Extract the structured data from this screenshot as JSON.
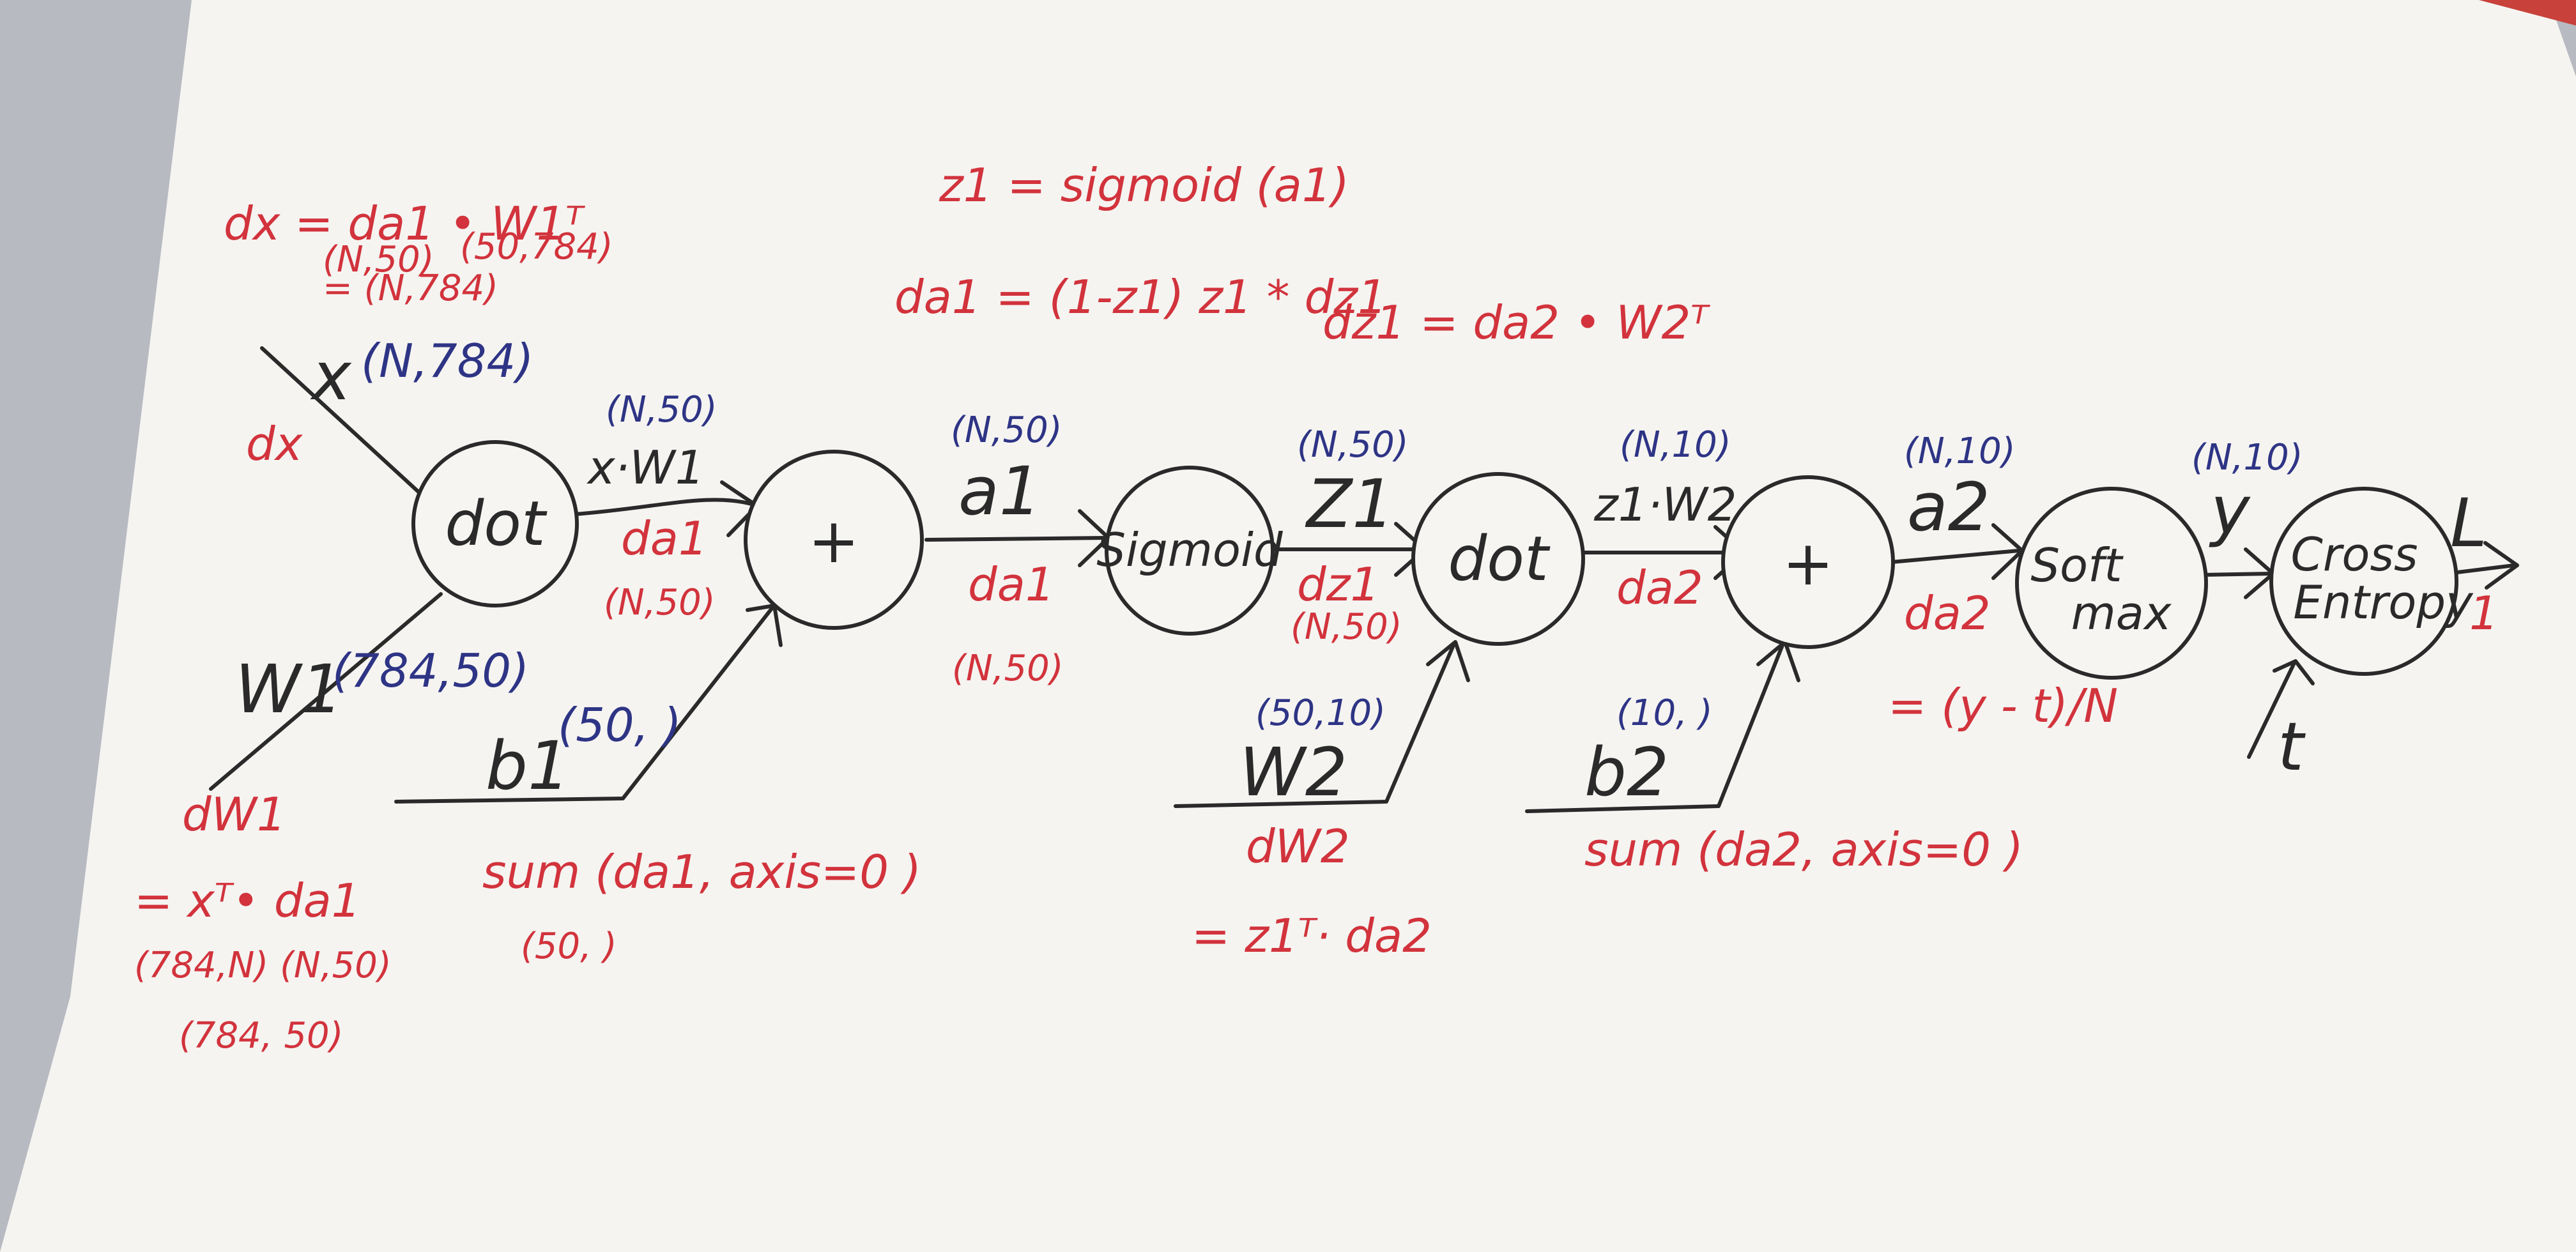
{
  "nodes": {
    "dot1": "dot",
    "plus1": "+",
    "sigmoid": "Sigmoid",
    "dot2": "dot",
    "plus2": "+",
    "softmax_line1": "Soft",
    "softmax_line2": "max",
    "cross_line1": "Cross",
    "cross_line2": "Entropy"
  },
  "forward": {
    "x_label": "x",
    "x_shape": "(N,784)",
    "w1_label": "W1",
    "w1_shape": "(784,50)",
    "xw1_shape": "(N,50)",
    "xw1_label": "x·W1",
    "b1_label": "b1",
    "b1_shape": "(50, )",
    "a1_shape": "(N,50)",
    "a1_label": "a1",
    "z1_shape": "(N,50)",
    "z1_label": "Z1",
    "w2_shape": "(50,10)",
    "w2_label": "W2",
    "z1w2_shape": "(N,10)",
    "z1w2_label": "z1·W2",
    "b2_shape": "(10, )",
    "b2_label": "b2",
    "a2_shape": "(N,10)",
    "a2_label": "a2",
    "y_shape": "(N,10)",
    "y_label": "y",
    "t_label": "t",
    "loss_label": "L"
  },
  "backward": {
    "dx_eq": "dx = da1 • W1ᵀ",
    "dx_shapes_a": "(N,50)",
    "dx_shapes_b": "(50,784)",
    "dx_result": "= (N,784)",
    "dx_label": "dx",
    "z1_sigmoid": "z1 = sigmoid (a1)",
    "da1_eq": "da1 = (1-z1) z1 * dz1",
    "dz1_eq": "dz1 = da2 • W2ᵀ",
    "da1_top": "da1",
    "da1_top_shape": "(N,50)",
    "da1_mid": "da1",
    "da1_mid_shape": "(N,50)",
    "dz1": "dz1",
    "dz1_shape": "(N,50)",
    "da2_mid": "da2",
    "da2_right": "da2",
    "da2_formula": "= (y - t)/N",
    "one_label": "1",
    "dw1_label": "dW1",
    "dw1_eq": "= xᵀ• da1",
    "dw1_shapes": "(784,N) (N,50)",
    "dw1_result": "(784, 50)",
    "db1_eq": "sum (da1, axis=0 )",
    "db1_shape": "(50, )",
    "dw2_label": "dW2",
    "dw2_eq": "= z1ᵀ· da2",
    "db2_eq": "sum (da2, axis=0 )"
  }
}
